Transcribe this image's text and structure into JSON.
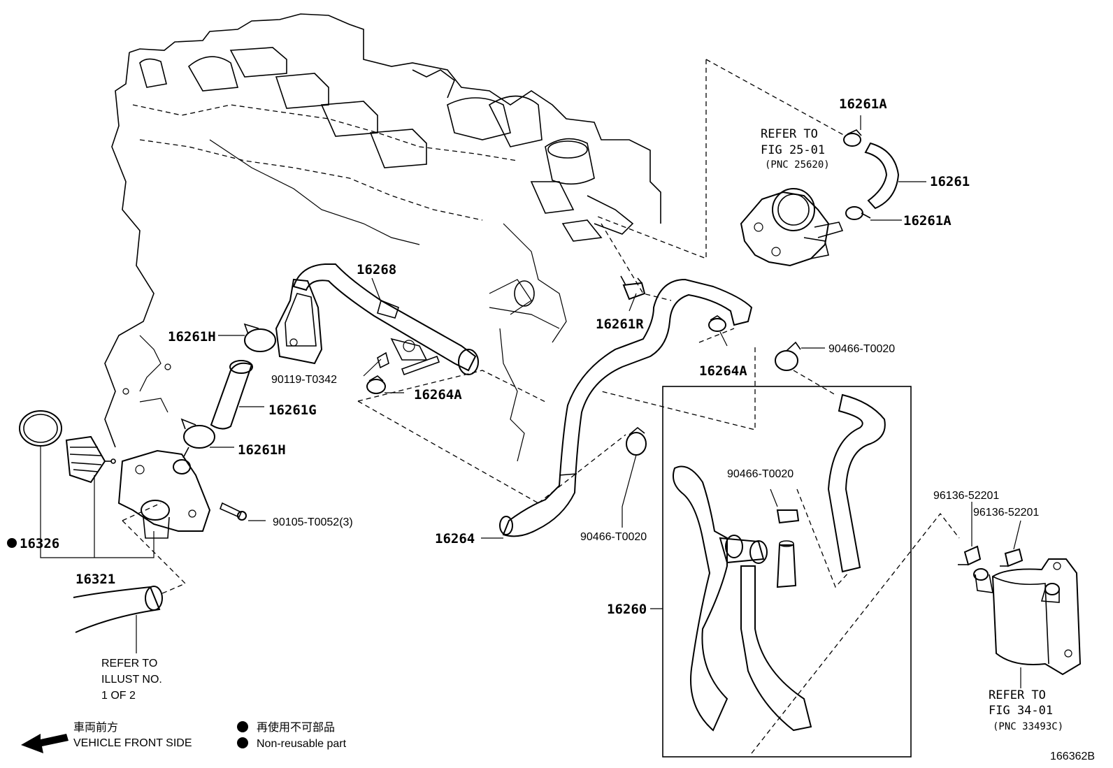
{
  "figure_code": "166362B",
  "legend": {
    "direction_jp": "車両前方",
    "direction_en": "VEHICLE FRONT SIDE",
    "nonreusable_jp": "再使用不可部品",
    "nonreusable_en": "Non-reusable part"
  },
  "parts": {
    "p16261A_top": "16261A",
    "p16261": "16261",
    "p16261A_bottom": "16261A",
    "p16268": "16268",
    "p16261H_top": "16261H",
    "p16261R": "16261R",
    "p90466_top": "90466-T0020",
    "p16264A_right": "16264A",
    "p90119": "90119-T0342",
    "p16264A_left": "16264A",
    "p16261G": "16261G",
    "p16261H_bottom": "16261H",
    "p16326": "16326",
    "p90105": "90105-T0052(3)",
    "p16264": "16264",
    "p90466_mid": "90466-T0020",
    "p90466_box": "90466-T0020",
    "p96136_a": "96136-52201",
    "p96136_b": "96136-52201",
    "p16321": "16321",
    "p16260": "16260"
  },
  "refs": {
    "throttle": {
      "line1": "REFER TO",
      "line2": "FIG 25-01",
      "line3": "(PNC 25620)"
    },
    "illust": {
      "line1": "REFER TO",
      "line2": "ILLUST NO.",
      "line3": "1 OF 2"
    },
    "cooler": {
      "line1": "REFER TO",
      "line2": "FIG 34-01",
      "line3": "(PNC 33493C)"
    }
  },
  "icons": {
    "nonreusable_marker": "filled-circle-icon",
    "front_arrow": "arrow-left-icon"
  }
}
